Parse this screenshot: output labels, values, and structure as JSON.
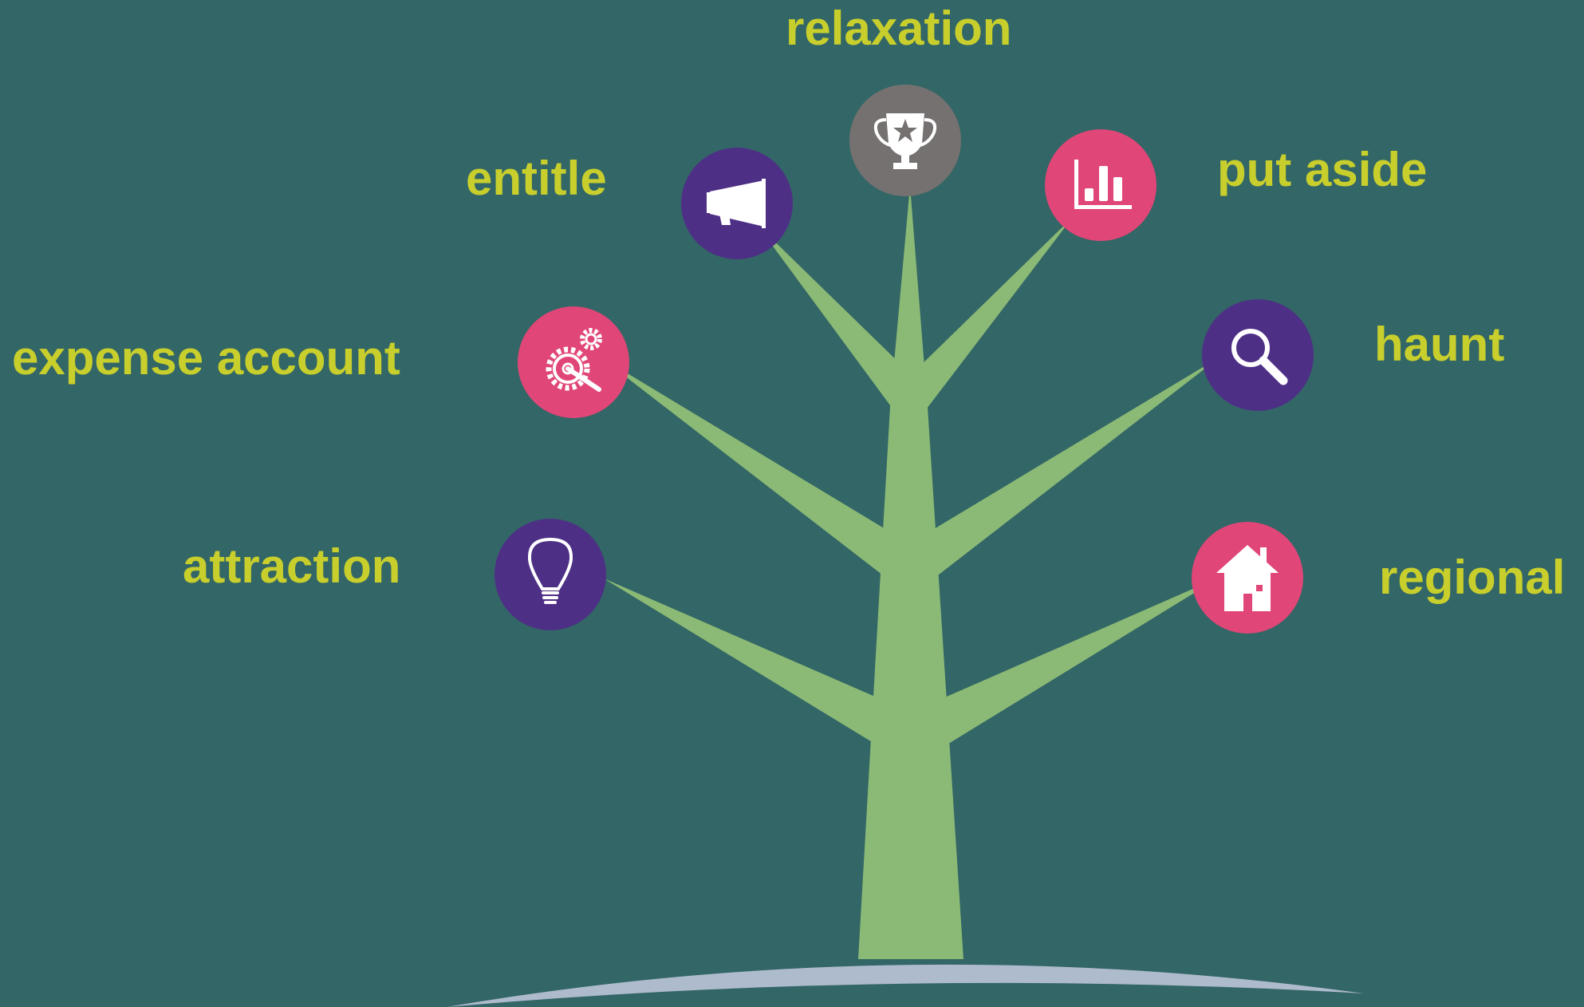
{
  "colors": {
    "background": "#336666",
    "tree": "#8bba76",
    "ground": "#aebbcd",
    "label": "#c8cf2c",
    "purple": "#4e2f86",
    "pink": "#e04677",
    "gray": "#757170",
    "icon_stroke": "#ffffff"
  },
  "nodes": [
    {
      "id": "relaxation",
      "label": "relaxation",
      "icon": "trophy-icon",
      "color": "gray"
    },
    {
      "id": "entitle",
      "label": "entitle",
      "icon": "megaphone-icon",
      "color": "purple"
    },
    {
      "id": "put-aside",
      "label": "put aside",
      "icon": "bar-chart-icon",
      "color": "pink"
    },
    {
      "id": "expense-account",
      "label": "expense account",
      "icon": "gears-wrench-icon",
      "color": "pink"
    },
    {
      "id": "haunt",
      "label": "haunt",
      "icon": "search-icon",
      "color": "purple"
    },
    {
      "id": "attraction",
      "label": "attraction",
      "icon": "lightbulb-icon",
      "color": "purple"
    },
    {
      "id": "regional",
      "label": "regional",
      "icon": "house-icon",
      "color": "pink"
    }
  ]
}
